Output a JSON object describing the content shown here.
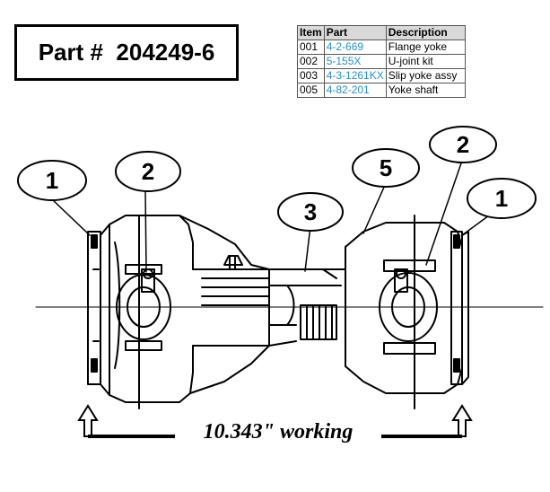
{
  "header": {
    "part_label": "Part #",
    "part_number": "204249-6"
  },
  "table": {
    "columns": [
      "Item",
      "Part",
      "Description"
    ],
    "rows": [
      {
        "item": "001",
        "part": "4-2-669",
        "description": "Flange yoke"
      },
      {
        "item": "002",
        "part": "5-155X",
        "description": "U-joint kit"
      },
      {
        "item": "003",
        "part": "4-3-1261KX",
        "description": "Slip yoke assy"
      },
      {
        "item": "005",
        "part": "4-82-201",
        "description": "Yoke shaft"
      }
    ],
    "part_color": "#2a8fc9"
  },
  "callouts": [
    "1",
    "2",
    "3",
    "5",
    "2",
    "1"
  ],
  "dimension": {
    "label": "10.343\" working"
  }
}
